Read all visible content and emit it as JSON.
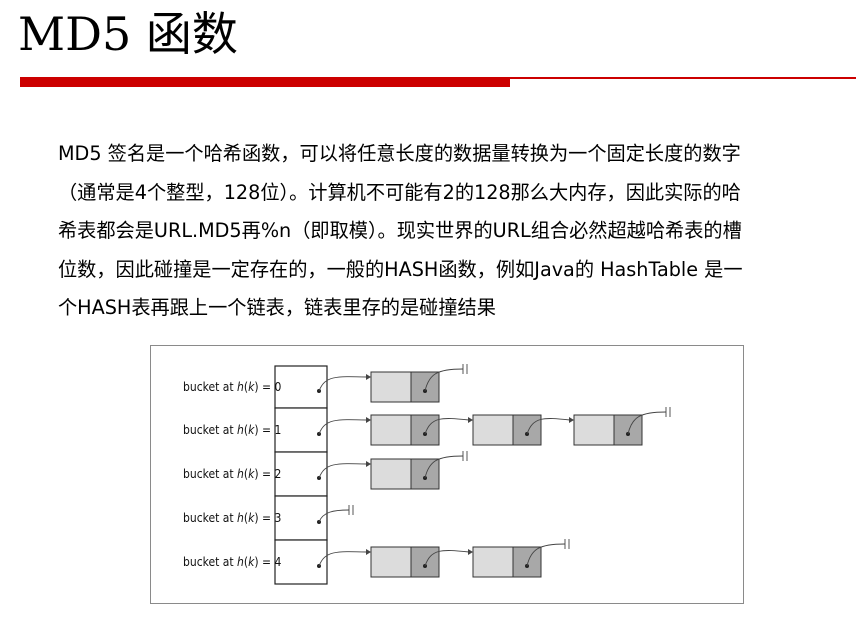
{
  "slide": {
    "title": "MD5 函数",
    "accent_color": "#cc0000"
  },
  "body": {
    "lines": [
      "MD5 签名是一个哈希函数，可以将任意长度的数据量转换为一个固定长度的数字",
      "（通常是4个整型，128位）。计算机不可能有2的128那么大内存，因此实际的哈",
      "希表都会是URL.MD5再%n（即取模）。现实世界的URL组合必然超越哈希表的槽",
      "位数，因此碰撞是一定存在的，一般的HASH函数，例如Java的  HashTable 是一",
      "个HASH表再跟上一个链表，链表里存的是碰撞结果"
    ]
  },
  "figure": {
    "buckets": [
      {
        "prefix": "bucket at ",
        "fn": "h",
        "arg": "k",
        "suffix": ") = 0",
        "chain_length": 1
      },
      {
        "prefix": "bucket at ",
        "fn": "h",
        "arg": "k",
        "suffix": ") = 1",
        "chain_length": 3
      },
      {
        "prefix": "bucket at ",
        "fn": "h",
        "arg": "k",
        "suffix": ") = 2",
        "chain_length": 1
      },
      {
        "prefix": "bucket at ",
        "fn": "h",
        "arg": "k",
        "suffix": ") = 3",
        "chain_length": 0
      },
      {
        "prefix": "bucket at ",
        "fn": "h",
        "arg": "k",
        "suffix": ") = 4",
        "chain_length": 2
      }
    ],
    "node_fill": "#dcdcdc",
    "pointer_fill": "#a8a8a8"
  }
}
